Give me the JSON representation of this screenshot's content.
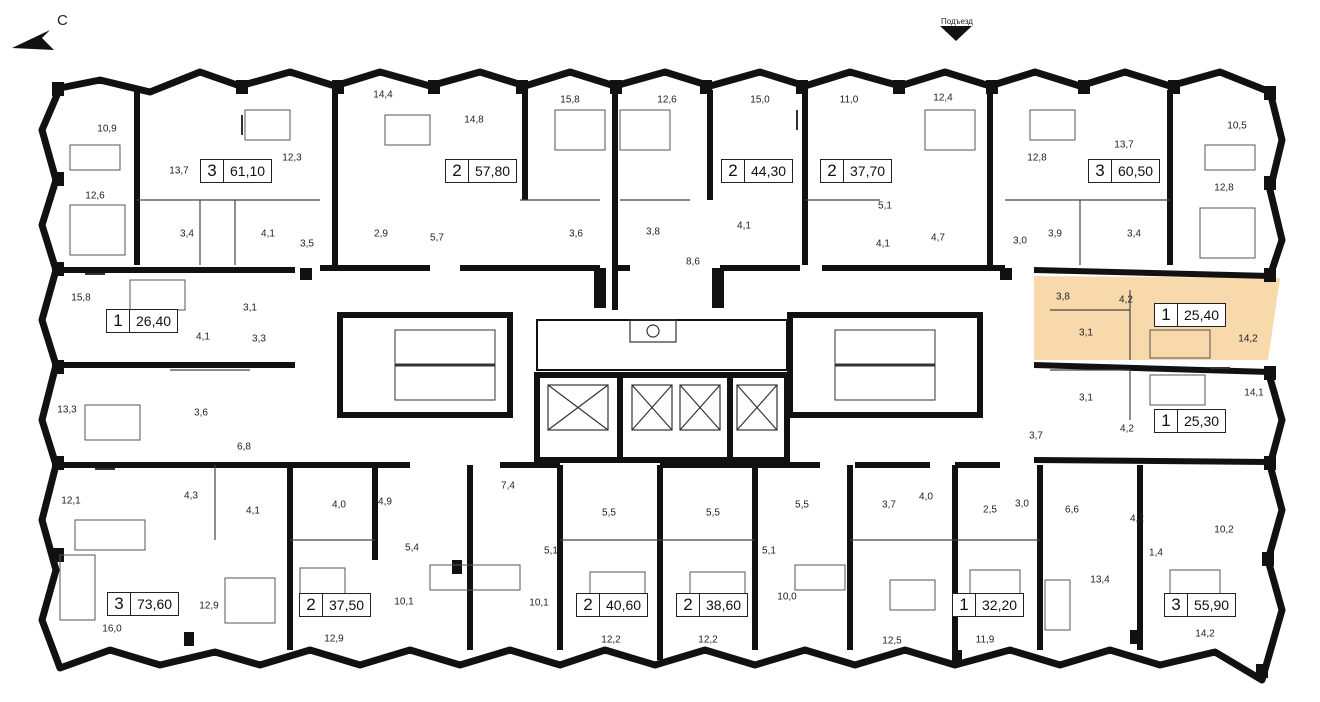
{
  "compass_letter": "С",
  "entrance_label": "Подъезд",
  "highlight_color": "#f8d9ab",
  "apartments": [
    {
      "rooms": "3",
      "area": "61,10"
    },
    {
      "rooms": "2",
      "area": "57,80"
    },
    {
      "rooms": "2",
      "area": "44,30"
    },
    {
      "rooms": "2",
      "area": "37,70"
    },
    {
      "rooms": "3",
      "area": "60,50"
    },
    {
      "rooms": "1",
      "area": "26,40"
    },
    {
      "rooms": "1",
      "area": "25,40",
      "selected": true
    },
    {
      "rooms": "1",
      "area": "25,30"
    },
    {
      "rooms": "3",
      "area": "73,60"
    },
    {
      "rooms": "2",
      "area": "37,50"
    },
    {
      "rooms": "2",
      "area": "40,60"
    },
    {
      "rooms": "2",
      "area": "38,60"
    },
    {
      "rooms": "1",
      "area": "32,20"
    },
    {
      "rooms": "3",
      "area": "55,90"
    }
  ],
  "room_areas": [
    "10,9",
    "13,7",
    "12,3",
    "14,4",
    "14,8",
    "15,8",
    "12,6",
    "15,0",
    "11,0",
    "12,4",
    "12,8",
    "13,7",
    "10,5",
    "12,6",
    "3,4",
    "4,1",
    "3,5",
    "2,9",
    "5,7",
    "3,6",
    "3,8",
    "8,6",
    "4,1",
    "5,1",
    "4,1",
    "4,7",
    "3,0",
    "3,9",
    "3,4",
    "12,8",
    "15,8",
    "3,1",
    "4,1",
    "3,3",
    "3,8",
    "4,2",
    "3,1",
    "14,2",
    "13,3",
    "3,6",
    "6,8",
    "3,1",
    "3,7",
    "4,2",
    "14,1",
    "12,1",
    "4,3",
    "4,1",
    "4,0",
    "4,9",
    "7,4",
    "5,5",
    "5,5",
    "5,5",
    "3,7",
    "4,0",
    "2,5",
    "3,0",
    "6,6",
    "4,2",
    "10,2",
    "5,4",
    "5,1",
    "5,1",
    "1,4",
    "13,4",
    "12,9",
    "10,1",
    "10,1",
    "10,0",
    "16,0",
    "12,9",
    "12,2",
    "12,2",
    "12,5",
    "11,9",
    "14,2"
  ]
}
